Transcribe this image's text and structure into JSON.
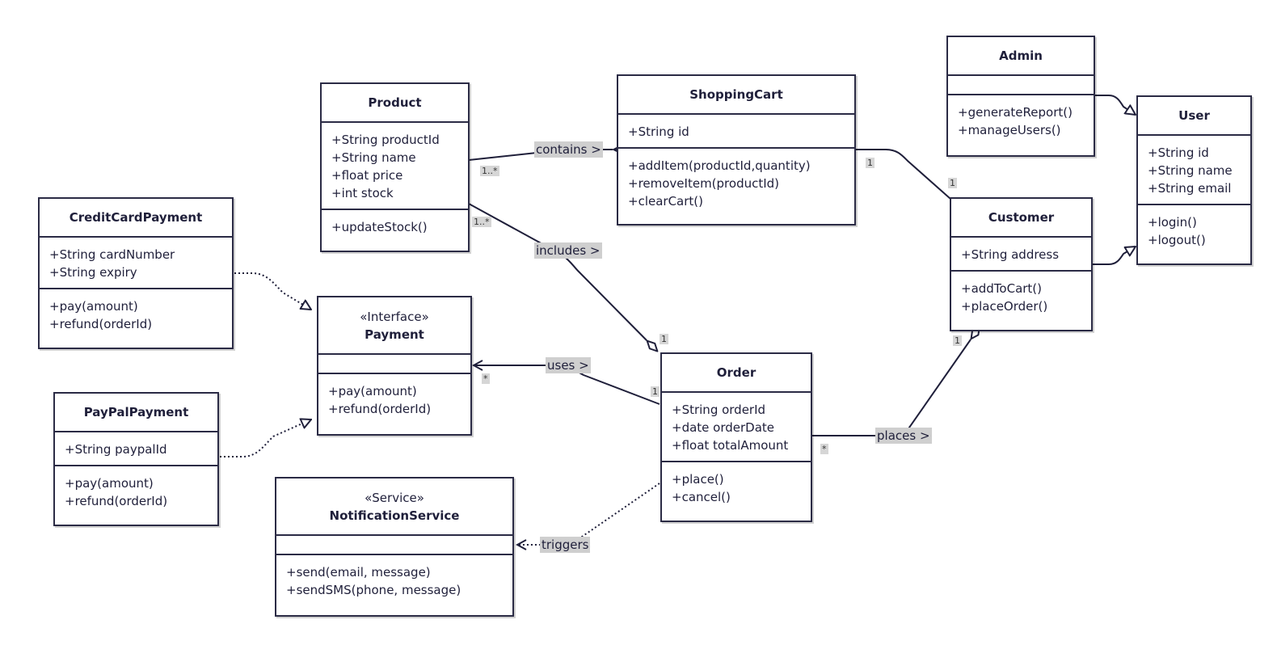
{
  "classes": {
    "product": {
      "name": "Product",
      "attributes": [
        "+String productId",
        "+String name",
        "+float price",
        "+int stock"
      ],
      "methods": [
        "+updateStock()"
      ]
    },
    "shopping_cart": {
      "name": "ShoppingCart",
      "attributes": [
        "+String id"
      ],
      "methods": [
        "+addItem(productId,quantity)",
        "+removeItem(productId)",
        "+clearCart()"
      ]
    },
    "admin": {
      "name": "Admin",
      "attributes": [],
      "methods": [
        "+generateReport()",
        "+manageUsers()"
      ]
    },
    "user": {
      "name": "User",
      "attributes": [
        "+String id",
        "+String name",
        "+String email"
      ],
      "methods": [
        "+login()",
        "+logout()"
      ]
    },
    "customer": {
      "name": "Customer",
      "attributes": [
        "+String address"
      ],
      "methods": [
        "+addToCart()",
        "+placeOrder()"
      ]
    },
    "credit_card_payment": {
      "name": "CreditCardPayment",
      "attributes": [
        "+String cardNumber",
        "+String expiry"
      ],
      "methods": [
        "+pay(amount)",
        "+refund(orderId)"
      ]
    },
    "payment": {
      "stereotype": "«Interface»",
      "name": "Payment",
      "attributes": [],
      "methods": [
        "+pay(amount)",
        "+refund(orderId)"
      ]
    },
    "paypal_payment": {
      "name": "PayPalPayment",
      "attributes": [
        "+String paypalId"
      ],
      "methods": [
        "+pay(amount)",
        "+refund(orderId)"
      ]
    },
    "order": {
      "name": "Order",
      "attributes": [
        "+String orderId",
        "+date orderDate",
        "+float totalAmount"
      ],
      "methods": [
        "+place()",
        "+cancel()"
      ]
    },
    "notification_service": {
      "stereotype": "«Service»",
      "name": "NotificationService",
      "attributes": [],
      "methods": [
        "+send(email, message)",
        "+sendSMS(phone, message)"
      ]
    }
  },
  "relationships": {
    "contains": {
      "label": "contains >",
      "source_multiplicity": "1..*"
    },
    "includes": {
      "label": "includes >",
      "source_multiplicity": "1..*",
      "target_multiplicity": "1"
    },
    "cart_customer": {
      "source_multiplicity": "1",
      "target_multiplicity": "1"
    },
    "uses": {
      "label": "uses >",
      "source_multiplicity": "1",
      "target_multiplicity": "*"
    },
    "places": {
      "label": "places >",
      "source_multiplicity": "*",
      "target_multiplicity": "1"
    },
    "triggers": {
      "label": "triggers"
    }
  },
  "colors": {
    "stroke": "#2b2b45",
    "label_background": "#cfcfcf",
    "text": "#1f1f3a"
  }
}
